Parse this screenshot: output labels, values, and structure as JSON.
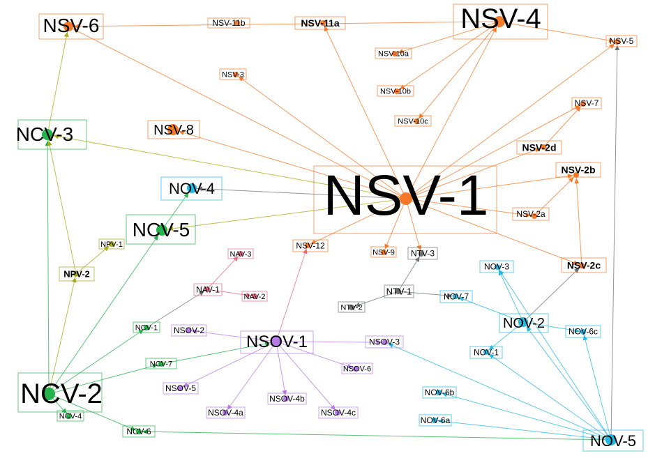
{
  "colors": {
    "orange": "#f47a2a",
    "green": "#23b24b",
    "blue": "#22b8e0",
    "olive": "#a8a814",
    "purple": "#b57ae6",
    "gray": "#6e7272",
    "pink": "#e46a86"
  },
  "nodes": [
    {
      "id": "NSV-1",
      "label": "NSV-1",
      "group": "orange"
    },
    {
      "id": "NSV-4",
      "label": "NSV-4",
      "group": "orange"
    },
    {
      "id": "NSV-6",
      "label": "NSV-6",
      "group": "orange"
    },
    {
      "id": "NSV-11b",
      "label": "NSV-11b",
      "group": "orange"
    },
    {
      "id": "NSV-11a",
      "label": "NSV-11a",
      "group": "orange"
    },
    {
      "id": "NSV-5",
      "label": "NSV-5",
      "group": "orange"
    },
    {
      "id": "NSV-10a",
      "label": "NSV-10a",
      "group": "orange"
    },
    {
      "id": "NSV-10b",
      "label": "NSV-10b",
      "group": "orange"
    },
    {
      "id": "NSV-10c",
      "label": "NSV-10c",
      "group": "orange"
    },
    {
      "id": "NSV-3",
      "label": "NSV-3",
      "group": "orange"
    },
    {
      "id": "NSV-7",
      "label": "NSV-7",
      "group": "orange"
    },
    {
      "id": "NSV-2d",
      "label": "NSV-2d",
      "group": "orange"
    },
    {
      "id": "NSV-2b",
      "label": "NSV-2b",
      "group": "orange"
    },
    {
      "id": "NSV-2a",
      "label": "NSV-2a",
      "group": "orange"
    },
    {
      "id": "NSV-2c",
      "label": "NSV-2c",
      "group": "orange"
    },
    {
      "id": "NSV-8",
      "label": "NSV-8",
      "group": "orange"
    },
    {
      "id": "NSV-9",
      "label": "NSV-9",
      "group": "orange"
    },
    {
      "id": "NSV-12",
      "label": "NSV-12",
      "group": "orange"
    },
    {
      "id": "NCV-3",
      "label": "NCV-3",
      "group": "green"
    },
    {
      "id": "NCV-5",
      "label": "NCV-5",
      "group": "green"
    },
    {
      "id": "NCV-2",
      "label": "NCV-2",
      "group": "green"
    },
    {
      "id": "NCV-1",
      "label": "NCV-1",
      "group": "green"
    },
    {
      "id": "NCV-7",
      "label": "NCV-7",
      "group": "green"
    },
    {
      "id": "NCV-4",
      "label": "NCV-4",
      "group": "green"
    },
    {
      "id": "NCV-6",
      "label": "NCV-6",
      "group": "green"
    },
    {
      "id": "NOV-4",
      "label": "NOV-4",
      "group": "blue"
    },
    {
      "id": "NOV-3",
      "label": "NOV-3",
      "group": "blue"
    },
    {
      "id": "NOV-7",
      "label": "NOV-7",
      "group": "blue"
    },
    {
      "id": "NOV-2",
      "label": "NOV-2",
      "group": "blue"
    },
    {
      "id": "NOV-6c",
      "label": "NOV-6c",
      "group": "blue"
    },
    {
      "id": "NOV-1",
      "label": "NOV-1",
      "group": "blue"
    },
    {
      "id": "NOV-6b",
      "label": "NOV-6b",
      "group": "blue"
    },
    {
      "id": "NOV-6a",
      "label": "NOV-6a",
      "group": "blue"
    },
    {
      "id": "NOV-5",
      "label": "NOV-5",
      "group": "blue"
    },
    {
      "id": "NPV-1",
      "label": "NPV-1",
      "group": "olive"
    },
    {
      "id": "NPV-2",
      "label": "NPV-2",
      "group": "olive"
    },
    {
      "id": "NAV-3",
      "label": "NAV-3",
      "group": "pink"
    },
    {
      "id": "NAV-1",
      "label": "NAV-1",
      "group": "pink"
    },
    {
      "id": "NAV-2",
      "label": "NAV-2",
      "group": "pink"
    },
    {
      "id": "NTV-3",
      "label": "NTV-3",
      "group": "gray"
    },
    {
      "id": "NTV-1",
      "label": "NTV-1",
      "group": "gray"
    },
    {
      "id": "NTV-2",
      "label": "NTV-2",
      "group": "gray"
    },
    {
      "id": "NSOV-1",
      "label": "NSOV-1",
      "group": "purple"
    },
    {
      "id": "NSOV-2",
      "label": "NSOV-2",
      "group": "purple"
    },
    {
      "id": "NSOV-3",
      "label": "NSOV-3",
      "group": "purple"
    },
    {
      "id": "NSOV-5",
      "label": "NSOV-5",
      "group": "purple"
    },
    {
      "id": "NSOV-6",
      "label": "NSOV-6",
      "group": "purple"
    },
    {
      "id": "NSOV-4a",
      "label": "NSOV-4a",
      "group": "purple"
    },
    {
      "id": "NSOV-4b",
      "label": "NSOV-4b",
      "group": "purple"
    },
    {
      "id": "NSOV-4c",
      "label": "NSOV-4c",
      "group": "purple"
    }
  ],
  "edges": [
    {
      "from": "NSV-1",
      "to": "NSV-4",
      "color": "orange"
    },
    {
      "from": "NSV-1",
      "to": "NSV-6",
      "color": "orange"
    },
    {
      "from": "NSV-1",
      "to": "NSV-11a",
      "color": "orange"
    },
    {
      "from": "NSV-1",
      "to": "NSV-5",
      "color": "orange"
    },
    {
      "from": "NSV-1",
      "to": "NSV-3",
      "color": "orange"
    },
    {
      "from": "NSV-1",
      "to": "NSV-7",
      "color": "orange"
    },
    {
      "from": "NSV-1",
      "to": "NSV-2d",
      "color": "orange"
    },
    {
      "from": "NSV-1",
      "to": "NSV-2b",
      "color": "orange"
    },
    {
      "from": "NSV-1",
      "to": "NSV-2a",
      "color": "orange"
    },
    {
      "from": "NSV-1",
      "to": "NSV-2c",
      "color": "orange"
    },
    {
      "from": "NSV-1",
      "to": "NSV-9",
      "color": "orange"
    },
    {
      "from": "NSV-1",
      "to": "NSV-12",
      "color": "orange"
    },
    {
      "from": "NSV-1",
      "to": "NTV-3",
      "color": "orange"
    },
    {
      "from": "NSV-1",
      "to": "NSV-8",
      "color": "orange"
    },
    {
      "from": "NSV-4",
      "to": "NSV-6",
      "color": "orange"
    },
    {
      "from": "NSV-4",
      "to": "NSV-10a",
      "color": "orange"
    },
    {
      "from": "NSV-4",
      "to": "NSV-10b",
      "color": "orange"
    },
    {
      "from": "NSV-4",
      "to": "NSV-10c",
      "color": "orange"
    },
    {
      "from": "NSV-4",
      "to": "NSV-5",
      "color": "orange"
    },
    {
      "from": "NSV-2d",
      "to": "NSV-7",
      "color": "orange"
    },
    {
      "from": "NSV-2c",
      "to": "NSV-2b",
      "color": "orange"
    },
    {
      "from": "NSV-2a",
      "to": "NSV-2b",
      "color": "orange"
    },
    {
      "from": "NSV-1",
      "to": "NCV-3",
      "color": "olive"
    },
    {
      "from": "NSV-1",
      "to": "NCV-5",
      "color": "olive"
    },
    {
      "from": "NSV-1",
      "to": "NOV-4",
      "color": "gray"
    },
    {
      "from": "NCV-3",
      "to": "NSV-6",
      "color": "olive"
    },
    {
      "from": "NCV-2",
      "to": "NCV-3",
      "color": "green"
    },
    {
      "from": "NCV-2",
      "to": "NCV-5",
      "color": "green"
    },
    {
      "from": "NCV-2",
      "to": "NCV-1",
      "color": "green"
    },
    {
      "from": "NCV-2",
      "to": "NCV-7",
      "color": "green"
    },
    {
      "from": "NCV-2",
      "to": "NCV-4",
      "color": "green"
    },
    {
      "from": "NCV-2",
      "to": "NCV-6",
      "color": "green"
    },
    {
      "from": "NCV-2",
      "to": "NPV-2",
      "color": "olive"
    },
    {
      "from": "NCV-5",
      "to": "NOV-4",
      "color": "green"
    },
    {
      "from": "NPV-2",
      "to": "NPV-1",
      "color": "olive"
    },
    {
      "from": "NPV-2",
      "to": "NCV-3",
      "color": "olive"
    },
    {
      "from": "NCV-1",
      "to": "NAV-1",
      "color": "gray"
    },
    {
      "from": "NAV-1",
      "to": "NAV-3",
      "color": "pink"
    },
    {
      "from": "NAV-1",
      "to": "NAV-2",
      "color": "pink"
    },
    {
      "from": "NTV-1",
      "to": "NTV-3",
      "color": "gray"
    },
    {
      "from": "NTV-1",
      "to": "NTV-2",
      "color": "gray"
    },
    {
      "from": "NTV-1",
      "to": "NOV-7",
      "color": "gray"
    },
    {
      "from": "NSOV-1",
      "to": "NSOV-2",
      "color": "purple"
    },
    {
      "from": "NSOV-1",
      "to": "NSOV-3",
      "color": "purple"
    },
    {
      "from": "NSOV-1",
      "to": "NSOV-5",
      "color": "purple"
    },
    {
      "from": "NSOV-1",
      "to": "NSOV-6",
      "color": "purple"
    },
    {
      "from": "NSOV-1",
      "to": "NSOV-4a",
      "color": "purple"
    },
    {
      "from": "NSOV-1",
      "to": "NSOV-4b",
      "color": "purple"
    },
    {
      "from": "NSOV-1",
      "to": "NSOV-4c",
      "color": "purple"
    },
    {
      "from": "NSOV-1",
      "to": "NSV-12",
      "color": "pink"
    },
    {
      "from": "NCV-7",
      "to": "NSOV-1",
      "color": "green"
    },
    {
      "from": "NOV-2",
      "to": "NOV-3",
      "color": "blue"
    },
    {
      "from": "NOV-2",
      "to": "NOV-7",
      "color": "blue"
    },
    {
      "from": "NOV-2",
      "to": "NOV-1",
      "color": "blue"
    },
    {
      "from": "NOV-2",
      "to": "NOV-6c",
      "color": "blue"
    },
    {
      "from": "NOV-2",
      "to": "NSV-2c",
      "color": "gray"
    },
    {
      "from": "NOV-5",
      "to": "NOV-2",
      "color": "blue"
    },
    {
      "from": "NOV-5",
      "to": "NOV-3",
      "color": "blue"
    },
    {
      "from": "NOV-5",
      "to": "NOV-6c",
      "color": "blue"
    },
    {
      "from": "NOV-5",
      "to": "NOV-1",
      "color": "blue"
    },
    {
      "from": "NOV-5",
      "to": "NOV-6b",
      "color": "blue"
    },
    {
      "from": "NOV-5",
      "to": "NOV-6a",
      "color": "blue"
    },
    {
      "from": "NOV-5",
      "to": "NSOV-3",
      "color": "blue"
    },
    {
      "from": "NOV-5",
      "to": "NSV-5",
      "color": "gray"
    },
    {
      "from": "NOV-5",
      "to": "NCV-6",
      "color": "green"
    }
  ]
}
